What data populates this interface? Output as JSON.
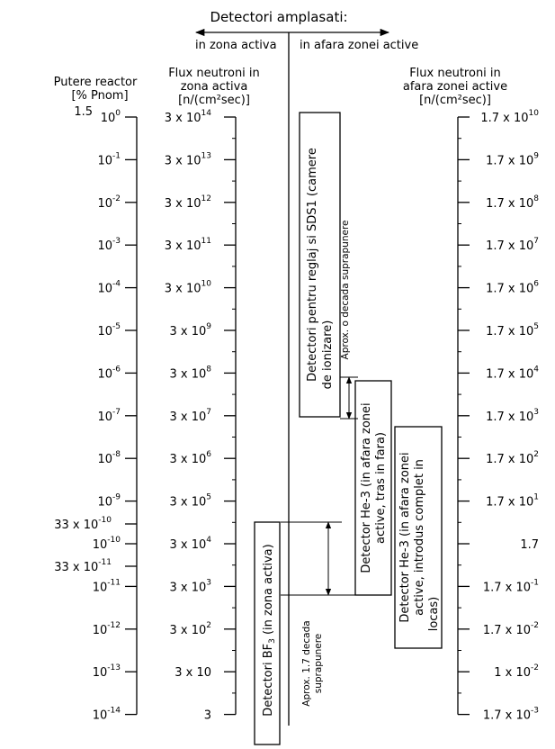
{
  "header": {
    "title": "Detectori amplasati:",
    "left_label": "in zona activa",
    "right_label": "in afara zonei active"
  },
  "columns": {
    "power": {
      "title_lines": [
        "Putere reactor",
        "[% Pnom]"
      ],
      "top_extra": "1.5",
      "ticks": [
        {
          "base": "10",
          "exp": "0"
        },
        {
          "base": "10",
          "exp": "-1"
        },
        {
          "base": "10",
          "exp": "-2"
        },
        {
          "base": "10",
          "exp": "-3"
        },
        {
          "base": "10",
          "exp": "-4"
        },
        {
          "base": "10",
          "exp": "-5"
        },
        {
          "base": "10",
          "exp": "-6"
        },
        {
          "base": "10",
          "exp": "-7"
        },
        {
          "base": "10",
          "exp": "-8"
        },
        {
          "base": "10",
          "exp": "-9"
        },
        {
          "base": "10",
          "exp": "-10"
        },
        {
          "base": "10",
          "exp": "-11"
        },
        {
          "base": "10",
          "exp": "-12"
        },
        {
          "base": "10",
          "exp": "-13"
        },
        {
          "base": "10",
          "exp": "-14"
        }
      ],
      "extra_ticks": [
        {
          "label": "33 x 10",
          "exp": "-10"
        },
        {
          "label": "33 x 10",
          "exp": "-11"
        }
      ]
    },
    "flux_in": {
      "title_lines": [
        "Flux neutroni in",
        "zona activa",
        "[n/(cm²sec)]"
      ],
      "ticks": [
        {
          "base": "3 x 10",
          "exp": "14"
        },
        {
          "base": "3 x 10",
          "exp": "13"
        },
        {
          "base": "3 x 10",
          "exp": "12"
        },
        {
          "base": "3 x 10",
          "exp": "11"
        },
        {
          "base": "3 x 10",
          "exp": "10"
        },
        {
          "base": "3 x 10",
          "exp": "9"
        },
        {
          "base": "3 x 10",
          "exp": "8"
        },
        {
          "base": "3 x 10",
          "exp": "7"
        },
        {
          "base": "3 x 10",
          "exp": "6"
        },
        {
          "base": "3 x 10",
          "exp": "5"
        },
        {
          "base": "3 x 10",
          "exp": "4"
        },
        {
          "base": "3 x 10",
          "exp": "3"
        },
        {
          "base": "3 x 10",
          "exp": "2"
        },
        {
          "base": "3 x 10",
          "exp": ""
        },
        {
          "base": "3",
          "exp": ""
        }
      ]
    },
    "flux_out": {
      "title_lines": [
        "Flux neutroni in",
        "afara zonei active",
        "[n/(cm²sec)]"
      ],
      "ticks": [
        {
          "base": "1.7 x 10",
          "exp": "10"
        },
        {
          "base": "1.7 x 10",
          "exp": "9"
        },
        {
          "base": "1.7 x 10",
          "exp": "8"
        },
        {
          "base": "1.7 x 10",
          "exp": "7"
        },
        {
          "base": "1.7 x 10",
          "exp": "6"
        },
        {
          "base": "1.7 x 10",
          "exp": "5"
        },
        {
          "base": "1.7 x 10",
          "exp": "4"
        },
        {
          "base": "1.7 x 10",
          "exp": "3"
        },
        {
          "base": "1.7 x 10",
          "exp": "2"
        },
        {
          "base": "1.7 x 10",
          "exp": "1"
        },
        {
          "base": "1.7",
          "exp": ""
        },
        {
          "base": "1.7 x 10",
          "exp": "-1"
        },
        {
          "base": "1.7 x 10",
          "exp": "-2"
        },
        {
          "base": "1 x 10",
          "exp": "-2"
        },
        {
          "base": "1.7 x 10",
          "exp": "-3"
        }
      ]
    }
  },
  "detectors": {
    "sds1": [
      "Detectori pentru reglaj si SDS1 (camere",
      "de ionizare)"
    ],
    "he3_out": [
      "Detector He-3 (in afara zonei",
      "active, tras in fara)"
    ],
    "he3_in": [
      "Detector He-3 (in afara zonei",
      "active, introdus complet in",
      "locas)"
    ],
    "bf3": {
      "pre": "Detectori BF",
      "sub": "3",
      "post": " (in zona activa)"
    }
  },
  "overlaps": {
    "one_decade": "Aprox. o decada suprapunere",
    "one_seven_lines": [
      "Aprox. 1.7 decada",
      "suprapunere"
    ]
  }
}
